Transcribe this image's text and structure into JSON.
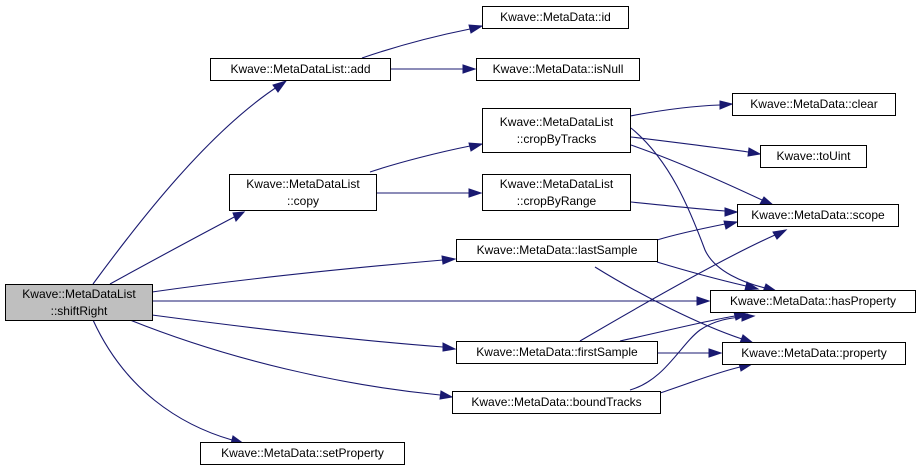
{
  "graph": {
    "colors": {
      "edge": "#191970",
      "node_border": "#000000",
      "root_fill": "#bfbfbf",
      "node_fill": "#ffffff"
    },
    "nodes": {
      "shiftRight": {
        "line1": "Kwave::MetaDataList",
        "line2": "::shiftRight"
      },
      "add": {
        "line1": "Kwave::MetaDataList::add"
      },
      "copy": {
        "line1": "Kwave::MetaDataList",
        "line2": "::copy"
      },
      "setProperty": {
        "line1": "Kwave::MetaData::setProperty"
      },
      "id": {
        "line1": "Kwave::MetaData::id"
      },
      "isNull": {
        "line1": "Kwave::MetaData::isNull"
      },
      "cropByTracks": {
        "line1": "Kwave::MetaDataList",
        "line2": "::cropByTracks"
      },
      "cropByRange": {
        "line1": "Kwave::MetaDataList",
        "line2": "::cropByRange"
      },
      "lastSample": {
        "line1": "Kwave::MetaData::lastSample"
      },
      "firstSample": {
        "line1": "Kwave::MetaData::firstSample"
      },
      "boundTracks": {
        "line1": "Kwave::MetaData::boundTracks"
      },
      "clear": {
        "line1": "Kwave::MetaData::clear"
      },
      "toUint": {
        "line1": "Kwave::toUint"
      },
      "scope": {
        "line1": "Kwave::MetaData::scope"
      },
      "hasProperty": {
        "line1": "Kwave::MetaData::hasProperty"
      },
      "property": {
        "line1": "Kwave::MetaData::property"
      }
    }
  }
}
